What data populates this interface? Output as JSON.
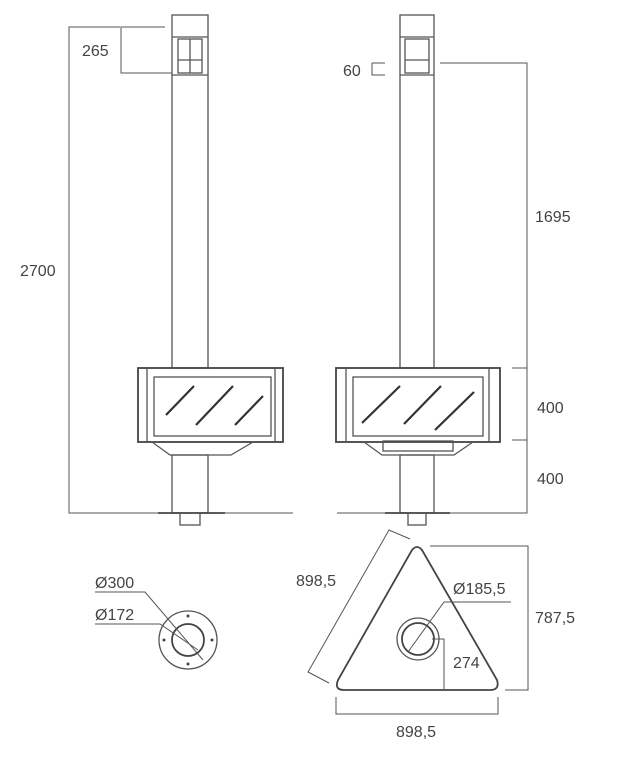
{
  "front_view": {
    "dim_collar": "265",
    "dim_total_height": "2700"
  },
  "side_view": {
    "dim_collar": "60",
    "dim_flue": "1695",
    "dim_firebox": "400",
    "dim_base": "400"
  },
  "flue_section": {
    "outer_diameter": "Ø300",
    "inner_diameter": "Ø172"
  },
  "plan_view": {
    "side_length": "898,5",
    "base_width": "898,5",
    "depth": "787,5",
    "flue_diameter": "Ø185,5",
    "flue_offset": "274"
  }
}
